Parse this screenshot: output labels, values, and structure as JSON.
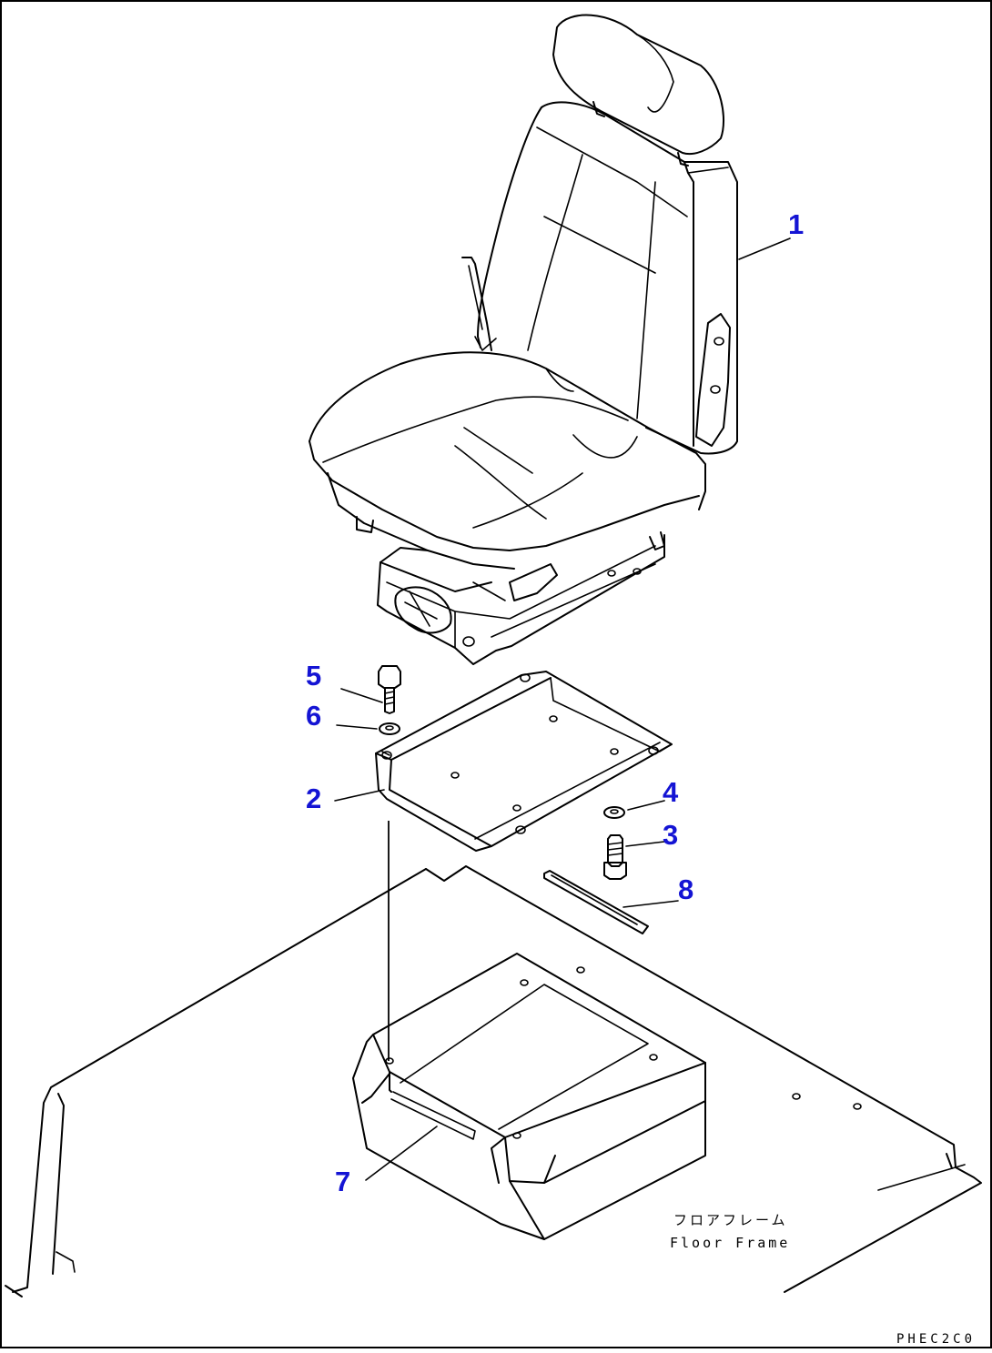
{
  "diagram": {
    "callouts": {
      "p1": "1",
      "p2": "2",
      "p3": "3",
      "p4": "4",
      "p5": "5",
      "p6": "6",
      "p7": "7",
      "p8": "8"
    },
    "floor_frame_caption_jp": "フロアフレーム",
    "floor_frame_caption_en": "Floor Frame",
    "drawing_code": "PHEC2C0"
  },
  "colors": {
    "callout": "#1414d4",
    "line": "#000000",
    "background": "#ffffff"
  }
}
